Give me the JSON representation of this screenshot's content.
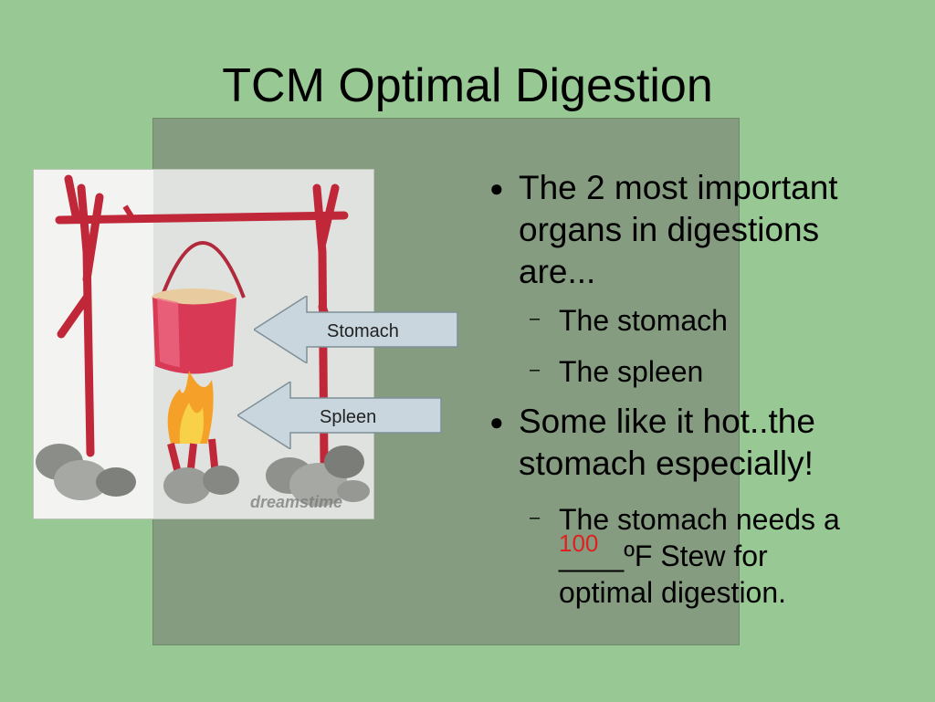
{
  "slide": {
    "title": "TCM Optimal Digestion",
    "illustration": {
      "watermark": "dreamstime",
      "arrows": [
        {
          "label": "Stomach"
        },
        {
          "label": "Spleen"
        }
      ]
    },
    "bullets": {
      "b1": "The 2 most important organs in digestions are...",
      "b1_line1": "The 2 most important",
      "b1_line2": "organs in digestions",
      "b1_line3": "are...",
      "b1_sub1": "The stomach",
      "b1_sub2": "The spleen",
      "b2_line1": "Some like it hot..the",
      "b2_line2": "stomach especially!",
      "b2_sub1_line1": "The stomach needs a",
      "b2_sub1_blank": "____ºF Stew for",
      "b2_sub1_answer": "100",
      "b2_sub1_line3": "optimal digestion."
    },
    "bullet_symbols": {
      "dot": "●",
      "dash": "–"
    }
  }
}
